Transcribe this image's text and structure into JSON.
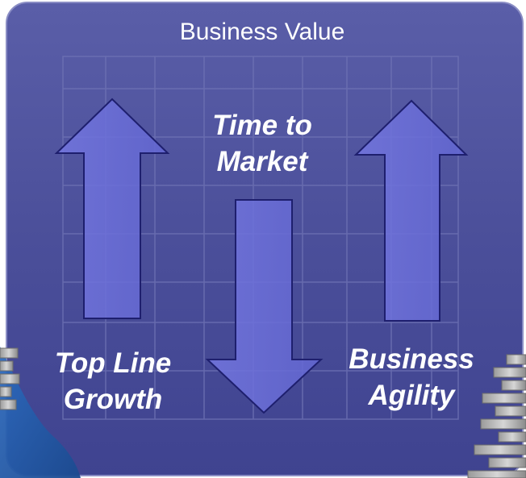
{
  "panel": {
    "title": "Business Value",
    "background_color": "#4b4f9a",
    "grid_color": "#6f73b4"
  },
  "arrows": [
    {
      "label_lines": [
        "Top Line",
        "Growth"
      ],
      "direction": "up",
      "fill": "#6f72dc"
    },
    {
      "label_lines": [
        "Time to",
        "Market"
      ],
      "direction": "down",
      "fill": "#6f72dc"
    },
    {
      "label_lines": [
        "Business",
        "Agility"
      ],
      "direction": "up",
      "fill": "#6f72dc"
    }
  ],
  "decorations": {
    "left_edge": "gray-brick-wall",
    "right_edge": "gray-brick-wall",
    "bottom_left": "blue-swoosh"
  }
}
